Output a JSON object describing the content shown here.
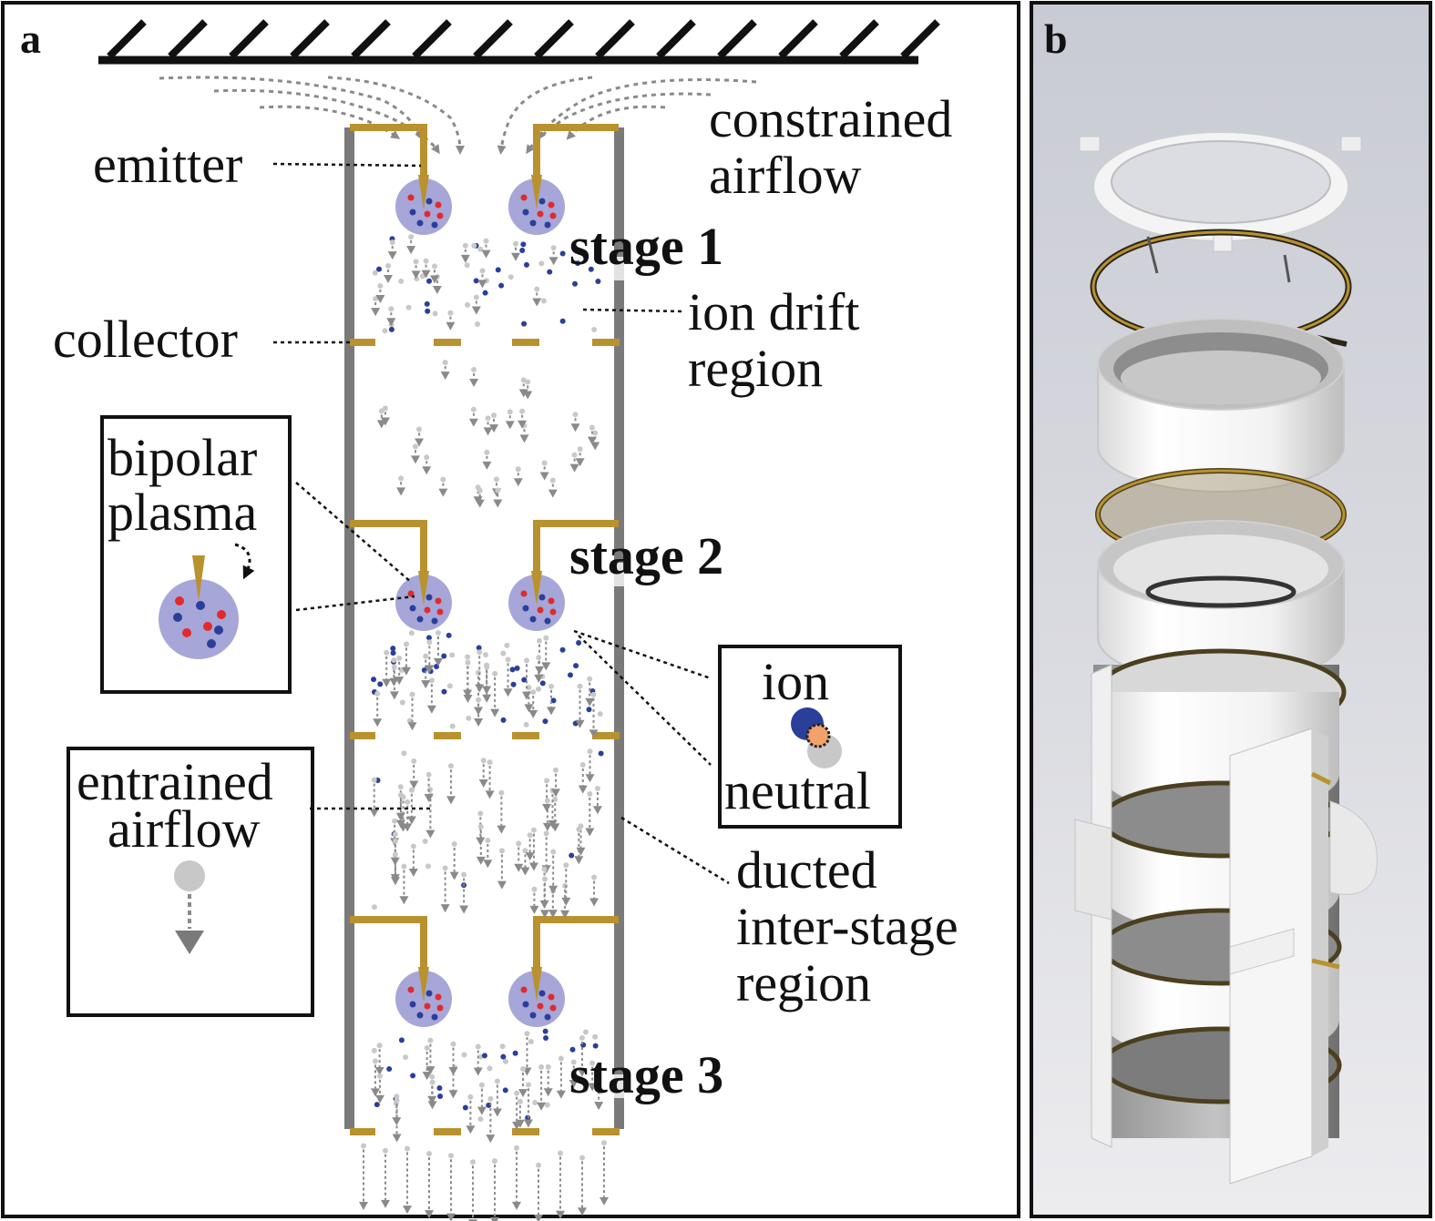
{
  "panels": {
    "a": {
      "letter": "a",
      "labels": {
        "emitter": "emitter",
        "collector": "collector",
        "constrained_l1": "constrained",
        "constrained_l2": "airflow",
        "stage1": "stage 1",
        "stage2": "stage 2",
        "stage3": "stage 3",
        "drift_l1": "ion drift",
        "drift_l2": "region",
        "bipolar_l1": "bipolar",
        "bipolar_l2": "plasma",
        "entrained_l1": "entrained",
        "entrained_l2": "airflow",
        "ion": "ion",
        "neutral": "neutral",
        "ducted_l1": "ducted",
        "ducted_l2": "inter-stage",
        "ducted_l3": "region"
      }
    },
    "b": {
      "letter": "b"
    }
  },
  "colors": {
    "brass": "#b8922e",
    "wall": "#7a7a7a",
    "plasma": "#a7a6d8",
    "positive_ion": "#e12a2a",
    "negative_ion": "#2a3f9a",
    "neutral": "#c8c8c8",
    "arrow": "#8a8a8a"
  }
}
